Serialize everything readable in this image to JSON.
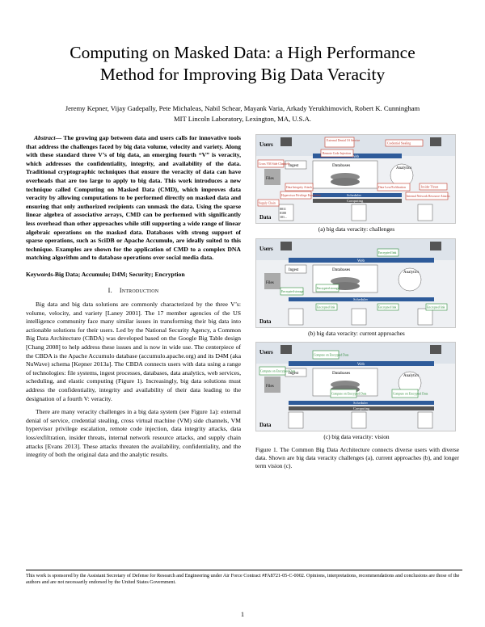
{
  "title_line1": "Computing on Masked Data: a High Performance",
  "title_line2": "Method for Improving Big Data Veracity",
  "authors": "Jeremy Kepner, Vijay Gadepally, Pete Michaleas, Nabil Schear, Mayank Varia, Arkady Yerukhimovich, Robert K. Cunningham",
  "affiliation": "MIT Lincoln Laboratory, Lexington, MA, U.S.A.",
  "abstract_label": "Abstract",
  "abstract_text": "— The growing gap between data and users calls for innovative tools that address the challenges faced by big data volume, velocity and variety. Along with these standard three V’s of big data, an emerging fourth “V” is veracity, which addresses the confidentiality, integrity, and availability of the data. Traditional cryptographic techniques that ensure the veracity of data can have overheads that are too large to apply to big data. This work introduces a new technique called Computing on Masked Data (CMD), which improves data veracity by allowing computations to be performed directly on masked data and ensuring that only authorized recipients can unmask the data. Using the sparse linear algebra of associative arrays, CMD can be performed with significantly less overhead than other approaches while still supporting a wide range of linear algebraic operations on the masked data. Databases with strong support of sparse operations, such as SciDB or Apache Accumulo, are ideally suited to this technique. Examples are shown for the application of CMD to a complex DNA matching algorithm and to database operations over social media data.",
  "keywords": "Keywords-Big Data; Accumulo; D4M; Security; Encryption",
  "section_number": "I.",
  "section_title": "Introduction",
  "para1": "Big data and big data solutions are commonly characterized by the three V’s: volume, velocity, and variety [Laney 2001]. The 17 member agencies of the US intelligence community face many similar issues in transforming their big data into actionable solutions for their users. Led by the National Security Agency, a Common Big Data Architecture (CBDA) was developed based on the Google Big Table design [Chang 2008] to help address these issues and is now in wide use. The centerpiece of the CBDA is the Apache Accumulo database (accumulo.apache.org) and its D4M (aka NuWave) schema [Kepner 2013a]. The CBDA connects users with data using a range of technologies: file systems, ingest processes, databases, data analytics, web services, scheduling, and elastic computing (Figure 1). Increasingly, big data solutions must address the confidentiality, integrity and availability of their data leading to the designation of a fourth V: veracity.",
  "para2": "There are many veracity challenges in a big data system (see Figure 1a): external denial of service, credential stealing, cross virtual machine (VM) side channels, VM hypervisor privilege escalation, remote code injection, data integrity attacks, data loss/exfiltration, insider threats, internal network resource attacks, and supply chain attacks [Evans 2013]. These attacks threaten the availability, confidentiality, and the integrity of both the original data and the analytic results.",
  "figures": [
    {
      "caption": "(a) big data veracity: challenges",
      "callouts": [
        "External Denial Of Service",
        "Credential Stealing",
        "Cross VM Side Channels",
        "Remote Code Injection",
        "Data Integrity Attack",
        "Data Loss/Exfiltration",
        "Insider Threat",
        "Hypervisor Privilege Escalation",
        "Internal Network Resource Attacks",
        "Supply Chain"
      ]
    },
    {
      "caption": "(b) big data veracity: current approaches",
      "callouts": [
        "Encrypted link",
        "Encrypted storage",
        "Encrypted storage",
        "Encrypted link",
        "Encrypted link",
        "Encrypted link"
      ]
    },
    {
      "caption": "(c) big data veracity: vision",
      "callouts": [
        "Compute on Encrypted Data",
        "Compute on Encrypted Data",
        "Compute on Encrypted Data",
        "Compute on Encrypted Data"
      ]
    }
  ],
  "diagram_labels": {
    "users": "Users",
    "web": "Web",
    "ingest": "Ingest",
    "files": "Files",
    "databases": "Databases",
    "analytics": "Analytics",
    "scheduler": "Scheduler",
    "computing": "Computing",
    "data": "Data",
    "bits": [
      "0011",
      "0100",
      "101..."
    ]
  },
  "figure_caption": "Figure 1. The Common Big Data Architecture connects diverse users with diverse data. Shown are big data veracity challenges (a), current approaches (b), and longer term vision (c).",
  "footnote": "This work is sponsored by the Assistant Secretary of Defense for Research and Engineering under Air Force Contract #FA8721-05-C-0002. Opinions, interpretations, recommendations and conclusions are those of the authors and are not necessarily endorsed by the United States Government.",
  "page_number": "1",
  "colors": {
    "web_bar": "#2e5b9a",
    "scheduler_bar": "#2e5b9a",
    "callout_red": "#c0392b",
    "callout_green": "#2e8b3a",
    "panel_bg": "#eef0f3"
  }
}
